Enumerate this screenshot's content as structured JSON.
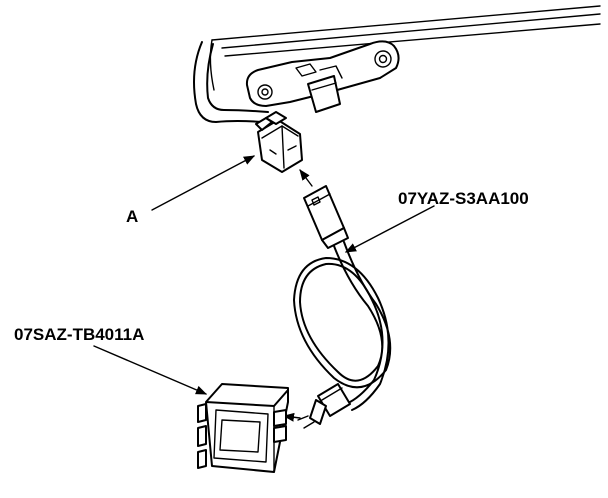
{
  "labels": {
    "part_a": "A",
    "cable": "07YAZ-S3AA100",
    "box": "07SAZ-TB4011A"
  },
  "colors": {
    "ink": "#000000",
    "background": "#ffffff"
  }
}
